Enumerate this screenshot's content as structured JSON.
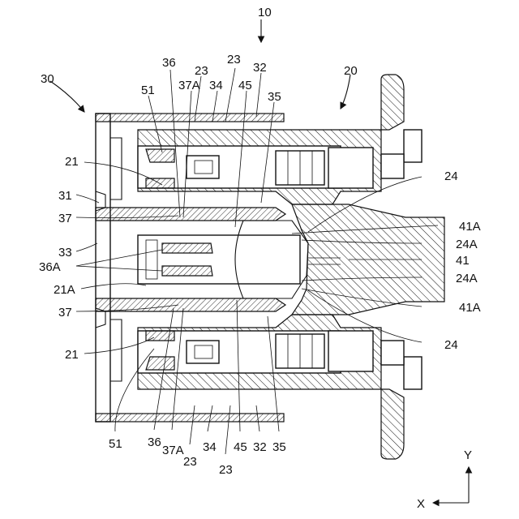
{
  "labels": {
    "l10": "10",
    "l20": "20",
    "l30": "30",
    "l36_top": "36",
    "l23_top_a": "23",
    "l23_top_b": "23",
    "l32_top": "32",
    "l51_top": "51",
    "l37A_top": "37A",
    "l34_top": "34",
    "l45_top": "45",
    "l35_top": "35",
    "l21_top": "21",
    "l31": "31",
    "l37_top": "37",
    "l33": "33",
    "l36A": "36A",
    "l21A": "21A",
    "l37_bot": "37",
    "l21_bot": "21",
    "l24_top": "24",
    "l41A_top": "41A",
    "l24A_top": "24A",
    "l41": "41",
    "l24A_bot": "24A",
    "l41A_bot": "41A",
    "l24_bot": "24",
    "l51_bot": "51",
    "l36_bot": "36",
    "l37A_bot": "37A",
    "l23_bot_a": "23",
    "l34_bot": "34",
    "l23_bot_b": "23",
    "l45_bot": "45",
    "l32_bot": "32",
    "l35_bot": "35"
  },
  "axes": {
    "y": "Y",
    "x": "X"
  }
}
